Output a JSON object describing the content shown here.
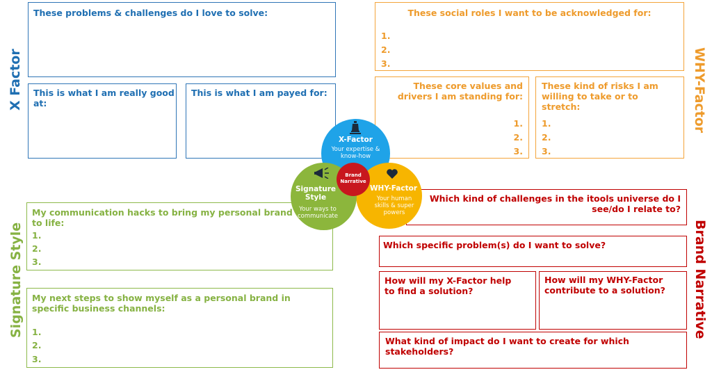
{
  "xfactor": {
    "side_label": "X Factor",
    "problems": "These problems & challenges do I love to solve:",
    "good_at": "This is what I am really good at:",
    "payed_for": "This is what I am payed for:"
  },
  "why": {
    "side_label": "WHY-Factor",
    "roles": "These social roles I want to be acknowledged for:",
    "values": "These core values and drivers I am standing for:",
    "risks": "These kind of risks I am willing to take or to stretch:",
    "n1": "1.",
    "n2": "2.",
    "n3": "3."
  },
  "signature": {
    "side_label": "Signature Style",
    "hacks": "My communication hacks to bring my personal brand to life:",
    "next_steps": "My next steps to show myself as a personal brand in specific business channels:",
    "n1": "1.",
    "n2": "2.",
    "n3": "3."
  },
  "brand": {
    "side_label": "Brand Narrative",
    "challenges": "Which kind of challenges in the itools universe do I see/do I relate to?",
    "problems": "Which specific problem(s) do I want to solve?",
    "xhelp": "How will my X-Factor help to find a solution?",
    "whyhelp": "How will my WHY-Factor contribute to a solution?",
    "impact": "What kind of impact do I want to create for which stakeholders?"
  },
  "venn": {
    "x_title": "X-Factor",
    "x_sub": "Your expertise & know-how",
    "why_title": "WHY-Factor",
    "why_sub": "Your human skills & super powers",
    "sig_title": "Signature Style",
    "sig_sub": "Your ways to communicate",
    "center_title": "Brand Narrative"
  },
  "colors": {
    "blue": "#2e75b6",
    "orange": "#f4a43a",
    "green": "#8db94a",
    "red": "#c00000",
    "x_circle": "#1fa3e8",
    "why_circle": "#f7b500",
    "sig_circle": "#8cb63c",
    "center_circle": "#c8171e"
  }
}
